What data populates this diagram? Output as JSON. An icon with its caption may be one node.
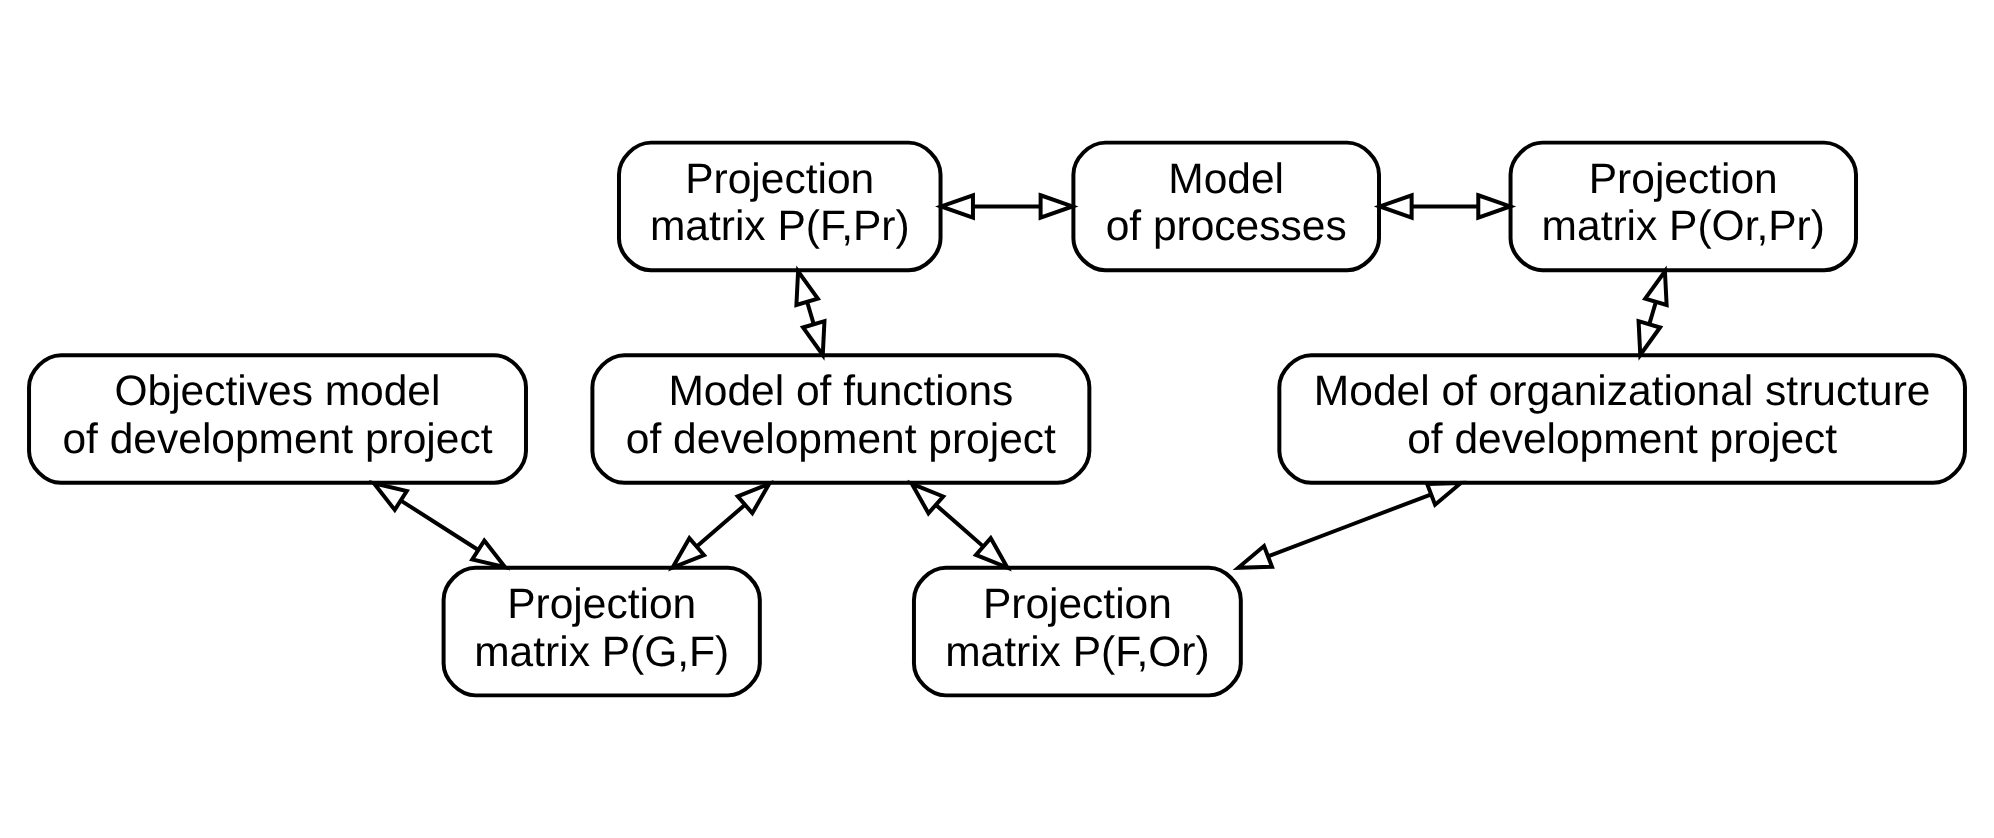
{
  "diagram": {
    "nodes": [
      {
        "text": [
          "Projection matrix P(F,Pr)"
        ]
      },
      {
        "text": [
          "Model of processes"
        ]
      },
      {
        "text": [
          "Projection matrix P(Or,Pr)"
        ]
      },
      {
        "text": [
          "Objectives model of development project"
        ]
      },
      {
        "text": [
          "Model of functions of development project"
        ]
      },
      {
        "text": [
          "Model of organizational structure of development project"
        ]
      },
      {
        "text": [
          "Projection matrix P(G,F)"
        ]
      },
      {
        "text": [
          "Projection matrix P(F,Or)"
        ]
      }
    ],
    "edges": [
      {
        "from": 0,
        "to": 1,
        "arrow": "both"
      },
      {
        "from": 1,
        "to": 2,
        "arrow": "both"
      },
      {
        "from": 0,
        "to": 4,
        "arrow": "both"
      },
      {
        "from": 2,
        "to": 5,
        "arrow": "both"
      },
      {
        "from": 3,
        "to": 6,
        "arrow": "both"
      },
      {
        "from": 4,
        "to": 6,
        "arrow": "both"
      },
      {
        "from": 4,
        "to": 7,
        "arrow": "both"
      },
      {
        "from": 5,
        "to": 7,
        "arrow": "both"
      }
    ]
  }
}
